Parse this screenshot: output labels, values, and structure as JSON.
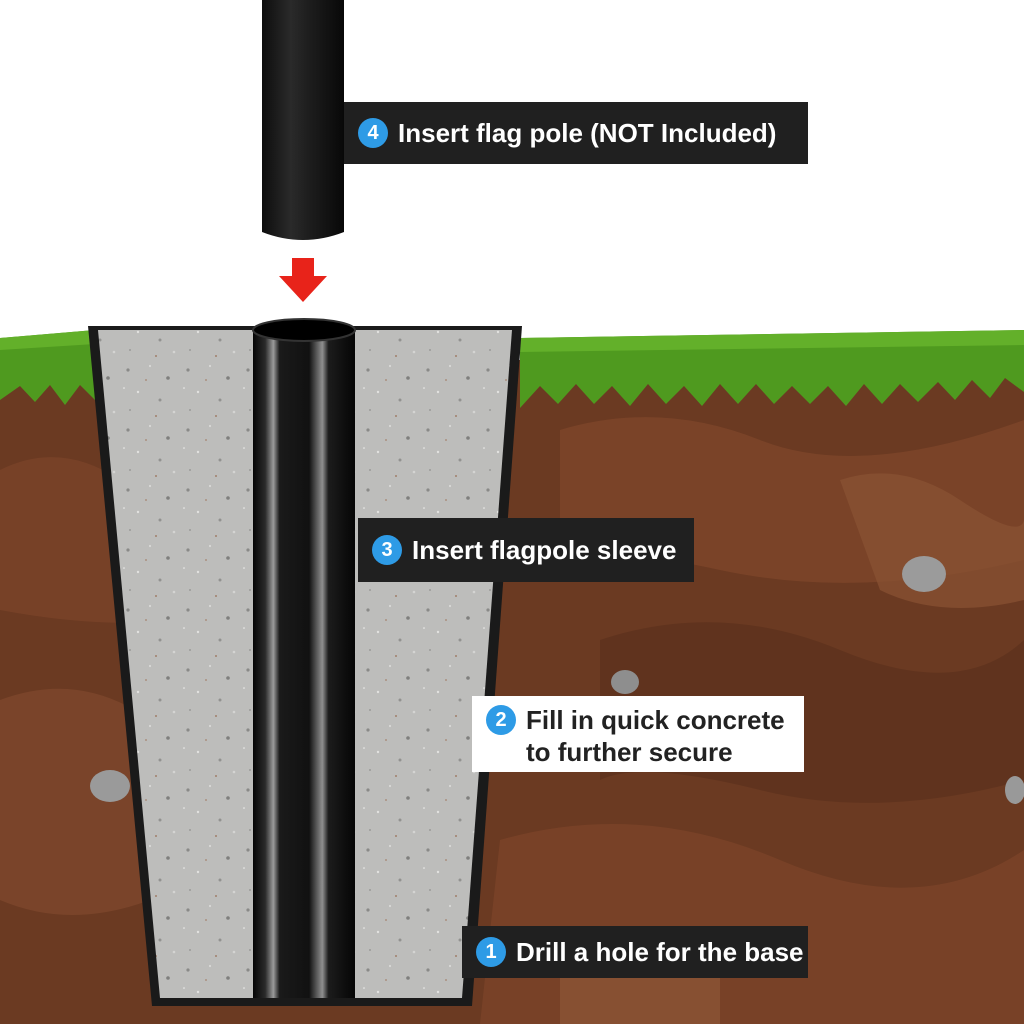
{
  "colors": {
    "sky": "#ffffff",
    "grass": "#4f9a1f",
    "soil": "#6b3a22",
    "concrete": "#b9b9b7",
    "sleeve": "#111111",
    "pole": "#1a1a1a",
    "arrow": "#e8231a",
    "badge": "#2e9be6",
    "label_dark_bg": "#202020",
    "label_light_bg": "#ffffff"
  },
  "icons": {
    "down_arrow": "arrow-down-icon"
  },
  "steps": [
    {
      "number": "4",
      "text": "Insert flag pole (NOT Included)",
      "style": "dark"
    },
    {
      "number": "3",
      "text": "Insert flagpole sleeve",
      "style": "dark"
    },
    {
      "number": "2",
      "lines": [
        "Fill in quick concrete",
        "to further secure"
      ],
      "style": "light"
    },
    {
      "number": "1",
      "text": "Drill a hole for the base",
      "style": "dark"
    }
  ]
}
